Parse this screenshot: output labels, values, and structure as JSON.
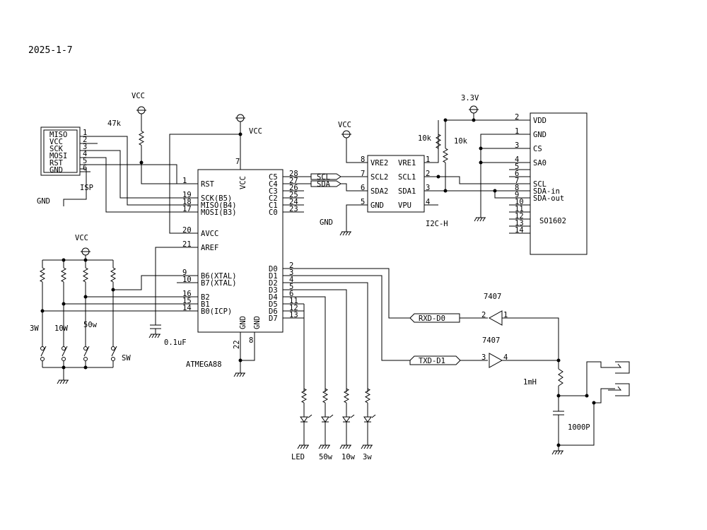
{
  "date": "2025-1-7",
  "power": {
    "vcc": "VCC",
    "v33": "3.3V",
    "gnd": "GND"
  },
  "isp": {
    "label": "ISP",
    "pins": [
      {
        "num": "1",
        "name": "MISO"
      },
      {
        "num": "2",
        "name": "VCC"
      },
      {
        "num": "3",
        "name": "SCK"
      },
      {
        "num": "4",
        "name": "MOSI"
      },
      {
        "num": "5",
        "name": "RST"
      },
      {
        "num": "6",
        "name": "GND"
      }
    ],
    "gnd_label": "GND"
  },
  "r_pullup": "47k",
  "mcu": {
    "name": "ATMEGA88",
    "left_pins": [
      {
        "num": "1",
        "name": "RST"
      },
      {
        "num": "19",
        "name": "SCK(B5)"
      },
      {
        "num": "18",
        "name": "MISO(B4)"
      },
      {
        "num": "17",
        "name": "MOSI(B3)"
      },
      {
        "num": "20",
        "name": "AVCC"
      },
      {
        "num": "21",
        "name": "AREF"
      },
      {
        "num": "9",
        "name": "B6(XTAL)"
      },
      {
        "num": "10",
        "name": "B7(XTAL)"
      },
      {
        "num": "16",
        "name": "B2"
      },
      {
        "num": "15",
        "name": "B1"
      },
      {
        "num": "14",
        "name": "B0(ICP)"
      }
    ],
    "right_pins": [
      {
        "num": "28",
        "name": "C5"
      },
      {
        "num": "27",
        "name": "C4"
      },
      {
        "num": "26",
        "name": "C3"
      },
      {
        "num": "25",
        "name": "C2"
      },
      {
        "num": "24",
        "name": "C1"
      },
      {
        "num": "23",
        "name": "C0"
      },
      {
        "num": "2",
        "name": "D0"
      },
      {
        "num": "3",
        "name": "D1"
      },
      {
        "num": "4",
        "name": "D2"
      },
      {
        "num": "5",
        "name": "D3"
      },
      {
        "num": "6",
        "name": "D4"
      },
      {
        "num": "11",
        "name": "D5"
      },
      {
        "num": "12",
        "name": "D6"
      },
      {
        "num": "13",
        "name": "D7"
      }
    ],
    "top_pin": {
      "num": "7",
      "name": "VCC"
    },
    "bottom_pins": [
      {
        "num": "22",
        "name": "GND"
      },
      {
        "num": "8",
        "name": "GND"
      }
    ]
  },
  "cap_aref": "0.1uF",
  "switches": {
    "labels": [
      "3W",
      "10W",
      "50w"
    ],
    "sw": "SW"
  },
  "i2c": {
    "name": "I2C-H",
    "pins": [
      {
        "num": "8",
        "name": "VRE2"
      },
      {
        "num": "7",
        "name": "SCL2"
      },
      {
        "num": "6",
        "name": "SDA2"
      },
      {
        "num": "5",
        "name": "GND"
      },
      {
        "num": "1",
        "name": "VRE1"
      },
      {
        "num": "2",
        "name": "SCL1"
      },
      {
        "num": "3",
        "name": "SDA1"
      },
      {
        "num": "4",
        "name": "VPU"
      }
    ],
    "net_scl": "SCL",
    "net_sda": "SDA",
    "r1": "10k",
    "r2": "10k"
  },
  "lcd": {
    "name": "SO1602",
    "pins": [
      {
        "num": "2",
        "name": "VDD"
      },
      {
        "num": "1",
        "name": "GND"
      },
      {
        "num": "3",
        "name": "CS"
      },
      {
        "num": "4",
        "name": "SA0"
      },
      {
        "num": "5",
        "name": ""
      },
      {
        "num": "6",
        "name": ""
      },
      {
        "num": "7",
        "name": "SCL"
      },
      {
        "num": "8",
        "name": "SDA-in"
      },
      {
        "num": "9",
        "name": "SDA-out"
      },
      {
        "num": "10",
        "name": ""
      },
      {
        "num": "11",
        "name": ""
      },
      {
        "num": "12",
        "name": ""
      },
      {
        "num": "13",
        "name": ""
      },
      {
        "num": "14",
        "name": ""
      }
    ]
  },
  "buffers": [
    {
      "chip": "7407",
      "in_pin": "2",
      "out_pin": "1",
      "net": "RXD-D0"
    },
    {
      "chip": "7407",
      "in_pin": "3",
      "out_pin": "4",
      "net": "TXD-D1"
    }
  ],
  "inductor": "1mH",
  "capacitor": "1000P",
  "leds": {
    "labels": [
      "LED",
      "50w",
      "10w",
      "3w"
    ]
  }
}
